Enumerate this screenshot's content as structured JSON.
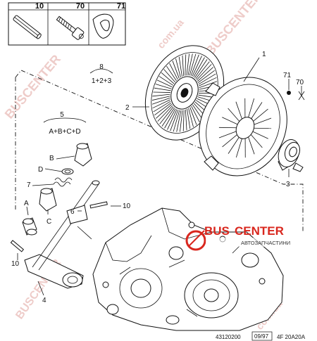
{
  "inset": {
    "labels": [
      "10",
      "70",
      "71"
    ]
  },
  "callouts": {
    "p1": "1",
    "p2": "2",
    "p3": "3",
    "p4": "4",
    "p5": "5",
    "p5_sub": "A+B+C+D",
    "p6": "6",
    "p7": "7",
    "p8": "8",
    "p8_sub": "1+2+3",
    "p10_right": "10",
    "p10_left": "10",
    "p70": "70",
    "p71": "71",
    "a": "A",
    "b": "B",
    "c": "C",
    "d": "D"
  },
  "footer": {
    "code": "43120200",
    "date": "09/97",
    "ref": "4F 20A20A"
  },
  "watermark": {
    "brand_left": "BUS",
    "brand_right": "CENTER",
    "tagline": "АВТОЗАПЧАСТИНИ",
    "url": "com.ua",
    "diagonal": "BUSCENTER"
  },
  "colors": {
    "brand_red": "#d9271e",
    "watermark_pink": "#e8b7b3",
    "ink": "#111111"
  }
}
